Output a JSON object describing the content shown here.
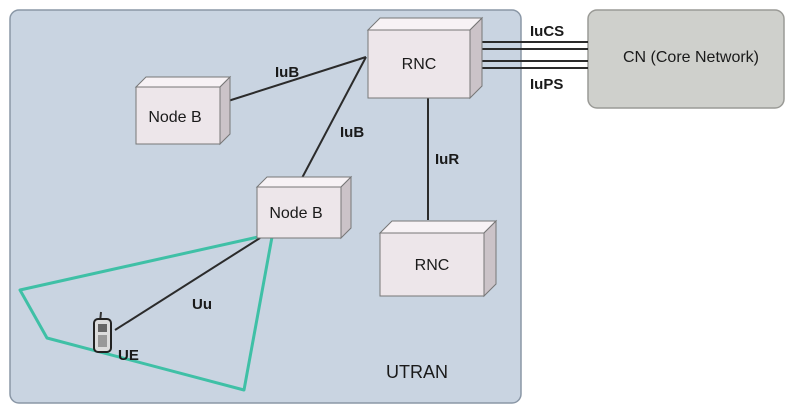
{
  "diagram": {
    "nodes": {
      "rnc_top": "RNC",
      "rnc_bottom": "RNC",
      "node_b_left": "Node B",
      "node_b_center": "Node B",
      "core_network": "CN (Core Network)",
      "ue": "UE",
      "region": "UTRAN"
    },
    "links": {
      "iub_left": "IuB",
      "iub_center": "IuB",
      "iur": "IuR",
      "iucs": "IuCS",
      "iups": "IuPS",
      "uu": "Uu"
    },
    "colors": {
      "utran_fill": "#c9d4e1",
      "utran_stroke": "#8a97a6",
      "box_front": "#ede6ea",
      "box_top": "#f7f2f5",
      "box_side": "#cbc3c8",
      "cn_fill": "#cfd0cc",
      "coverage": "#3fc0a6",
      "line": "#2b2b2b"
    }
  }
}
